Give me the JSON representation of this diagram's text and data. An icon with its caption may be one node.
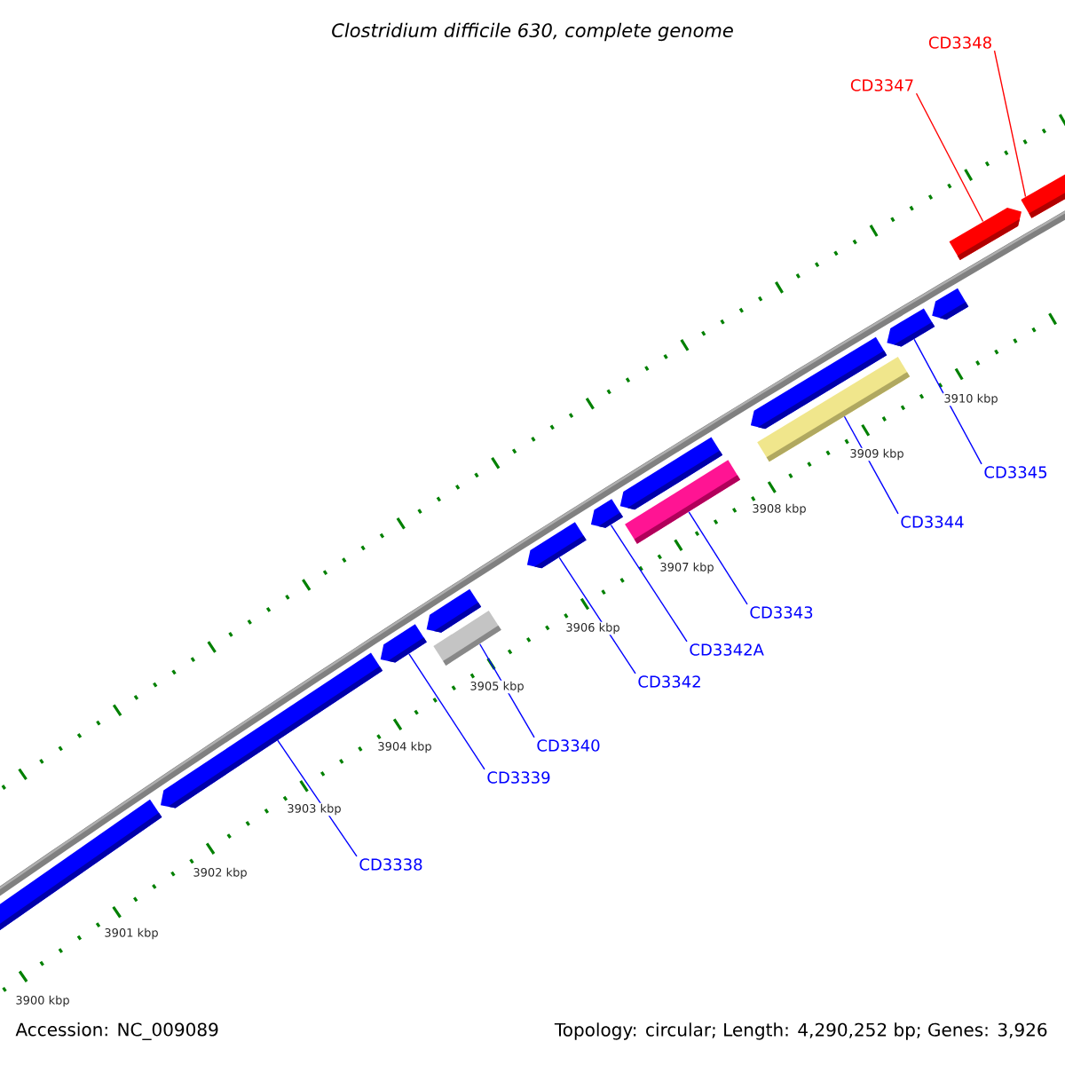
{
  "diagram": {
    "title": "Clostridium difficile 630, complete genome",
    "nodes": [
      {
        "text": [
          "CD3338"
        ]
      },
      {
        "text": [
          "CD3339"
        ]
      },
      {
        "text": [
          "CD3340"
        ]
      },
      {
        "text": [
          "CD3342"
        ]
      },
      {
        "text": [
          "CD3342A"
        ]
      },
      {
        "text": [
          "CD3343"
        ]
      },
      {
        "text": [
          "CD3344"
        ]
      },
      {
        "text": [
          "CD3345"
        ]
      },
      {
        "text": [
          "CD3347"
        ]
      },
      {
        "text": [
          "CD3348"
        ]
      },
      {
        "text": [],
        "shape": "pentagon"
      },
      {
        "text": [],
        "shape": "pentagon"
      },
      {
        "text": [],
        "shape": "pentagon"
      },
      {
        "text": [],
        "shape": "bar"
      },
      {
        "text": [],
        "shape": "pentagon"
      },
      {
        "text": [],
        "shape": "pentagon"
      },
      {
        "text": [],
        "shape": "pentagon"
      },
      {
        "text": [],
        "shape": "bar"
      },
      {
        "text": [],
        "shape": "pentagon"
      },
      {
        "text": [],
        "shape": "bar"
      },
      {
        "text": [],
        "shape": "pentagon"
      },
      {
        "text": [],
        "shape": "pentagon"
      },
      {
        "text": [],
        "shape": "pentagon"
      },
      {
        "text": [],
        "shape": "pentagon"
      },
      {
        "text": [],
        "shape": "pentagon"
      }
    ],
    "edges": [
      {
        "from": 0,
        "to": 11,
        "arrow": "none"
      },
      {
        "from": 1,
        "to": 12,
        "arrow": "none"
      },
      {
        "from": 2,
        "to": 13,
        "arrow": "none"
      },
      {
        "from": 3,
        "to": 15,
        "arrow": "none"
      },
      {
        "from": 4,
        "to": 16,
        "arrow": "none"
      },
      {
        "from": 5,
        "to": 17,
        "arrow": "none"
      },
      {
        "from": 6,
        "to": 19,
        "arrow": "none"
      },
      {
        "from": 7,
        "to": 21,
        "arrow": "none"
      },
      {
        "from": 8,
        "to": 23,
        "arrow": "none",
        "color": "#ff0000"
      },
      {
        "from": 9,
        "to": 24,
        "arrow": "none",
        "color": "#ff0000"
      }
    ],
    "labels": [
      "3900 kbp",
      "3901 kbp",
      "3902 kbp",
      "3903 kbp",
      "3904 kbp",
      "3905 kbp",
      "3906 kbp",
      "3907 kbp",
      "3908 kbp",
      "3909 kbp",
      "3910 kbp",
      "Accession: NC_009089",
      "Topology: circular; Length: 4,290,252 bp; Genes: 3,926"
    ]
  }
}
